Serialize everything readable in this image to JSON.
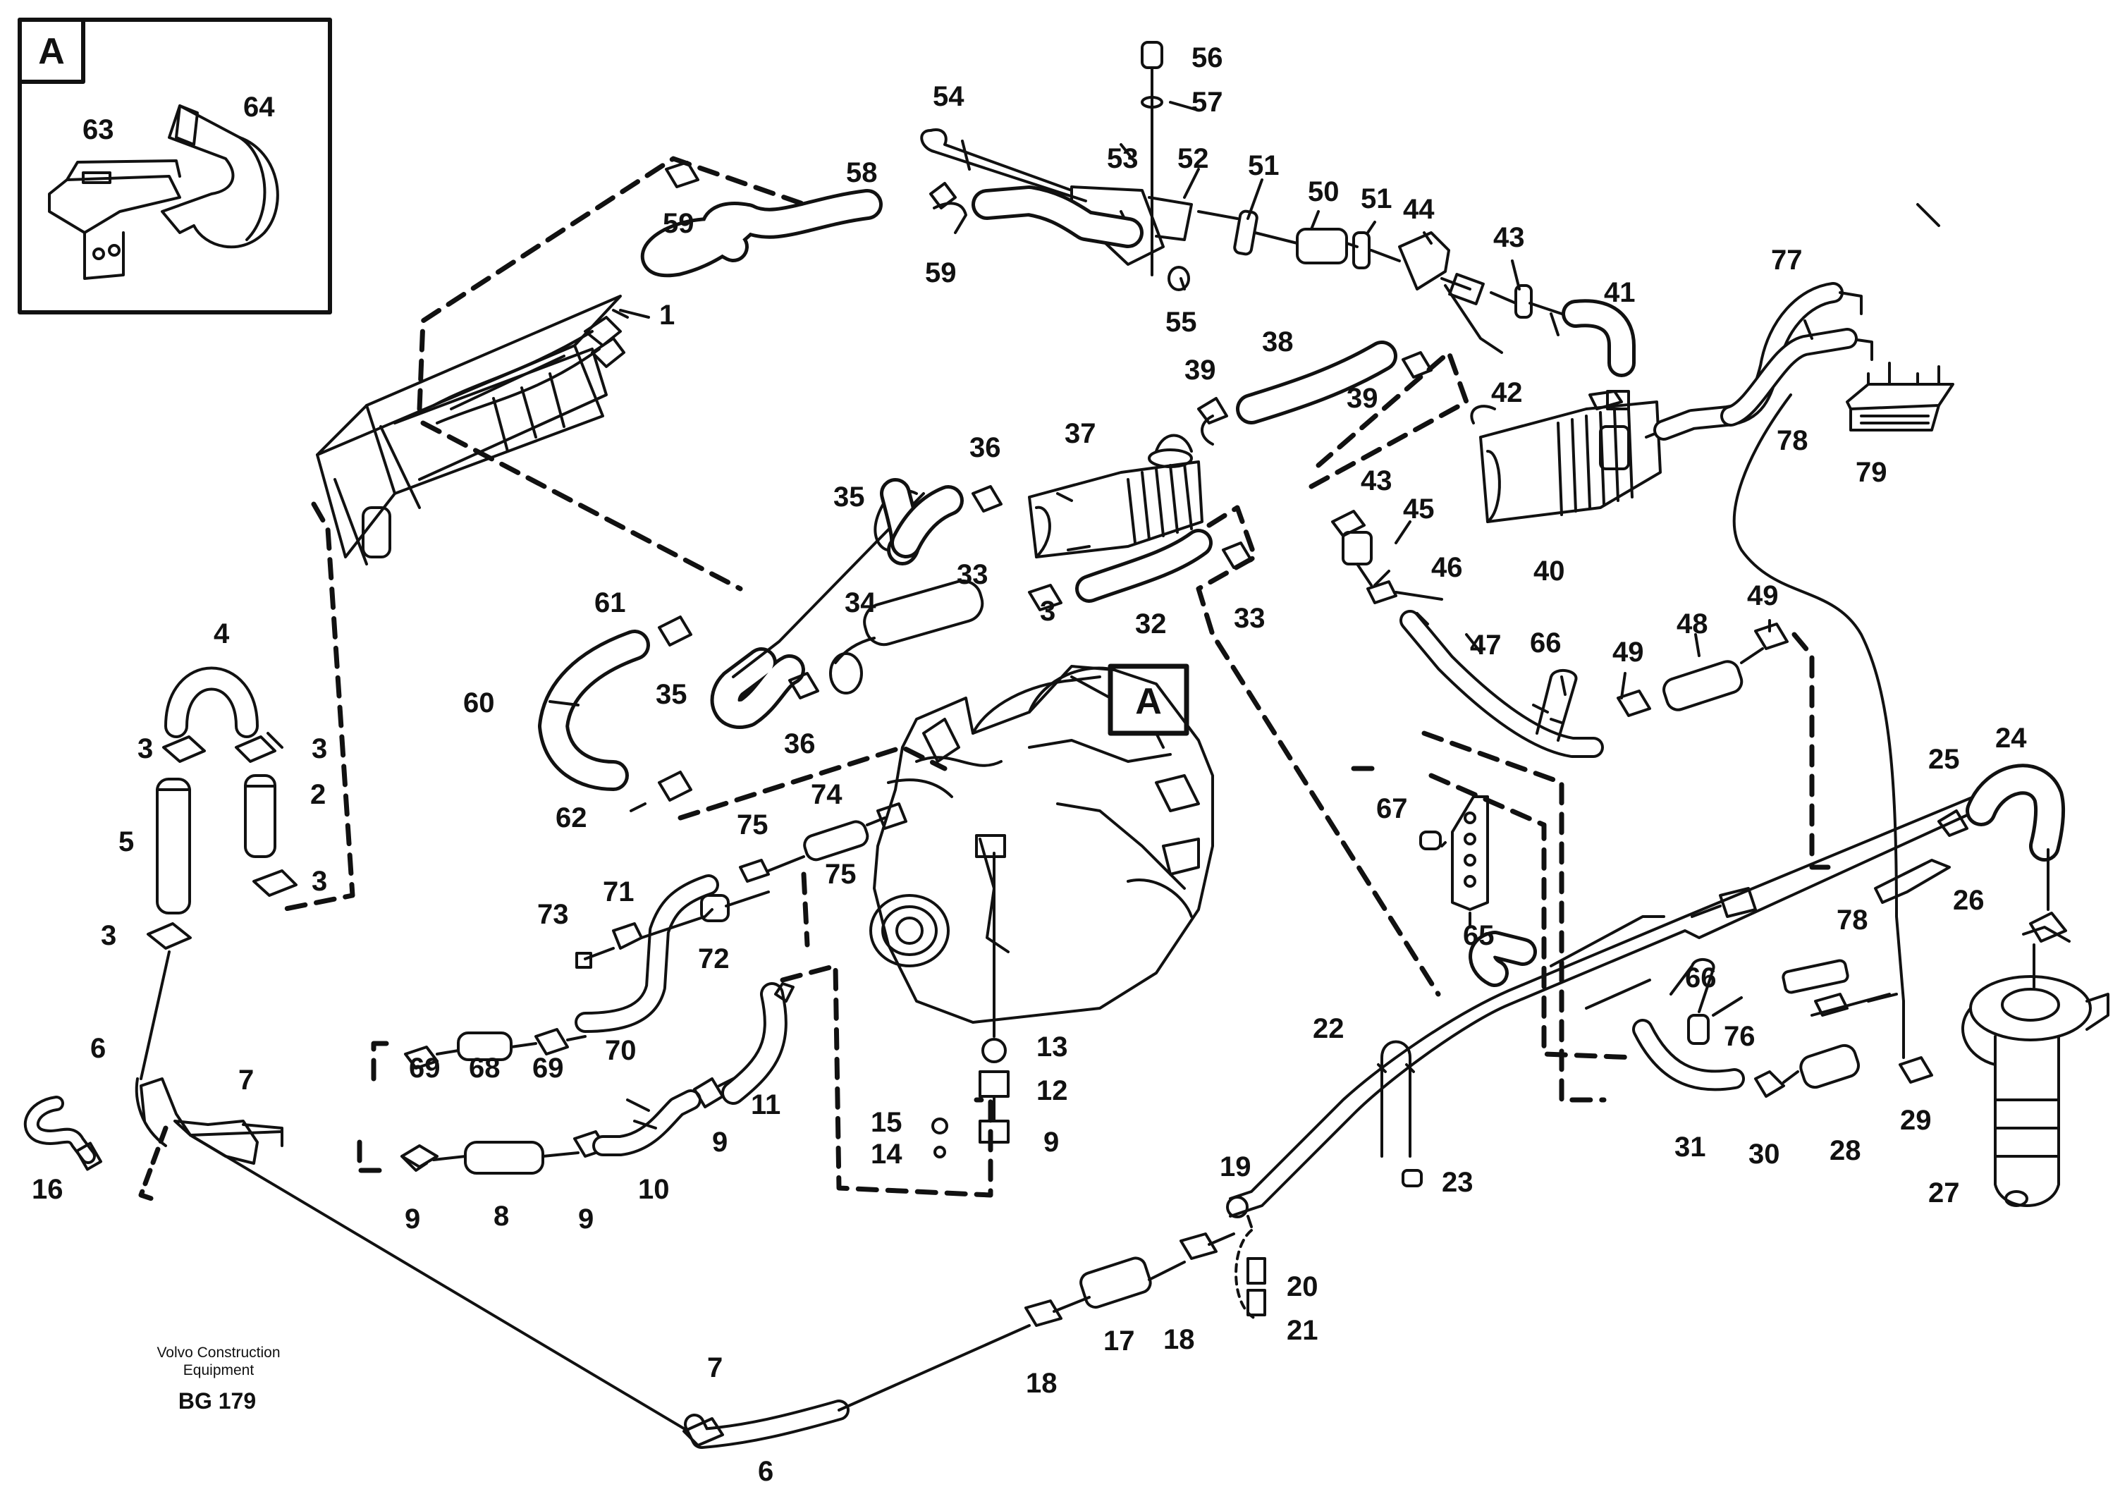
{
  "detail_tag": "A",
  "engine_tag": "A",
  "caption": {
    "maker_line1": "Volvo Construction",
    "maker_line2": "Equipment",
    "code": "BG 179"
  },
  "part_numbers": [
    "1",
    "2",
    "3",
    "3",
    "3",
    "3",
    "3",
    "4",
    "5",
    "6",
    "6",
    "7",
    "7",
    "8",
    "9",
    "9",
    "9",
    "9",
    "10",
    "11",
    "12",
    "13",
    "14",
    "15",
    "16",
    "17",
    "18",
    "18",
    "19",
    "20",
    "21",
    "22",
    "23",
    "24",
    "25",
    "26",
    "27",
    "28",
    "29",
    "30",
    "31",
    "32",
    "33",
    "33",
    "34",
    "35",
    "35",
    "36",
    "36",
    "37",
    "38",
    "39",
    "39",
    "40",
    "41",
    "42",
    "43",
    "43",
    "44",
    "45",
    "46",
    "47",
    "48",
    "49",
    "49",
    "50",
    "51",
    "51",
    "52",
    "53",
    "54",
    "55",
    "56",
    "57",
    "58",
    "59",
    "59",
    "60",
    "61",
    "62",
    "63",
    "64",
    "65",
    "66",
    "66",
    "67",
    "68",
    "69",
    "69",
    "70",
    "71",
    "72",
    "73",
    "74",
    "75",
    "75",
    "76",
    "77",
    "78",
    "78",
    "79"
  ],
  "colors": {
    "ink": "#111111",
    "paper": "#ffffff"
  }
}
